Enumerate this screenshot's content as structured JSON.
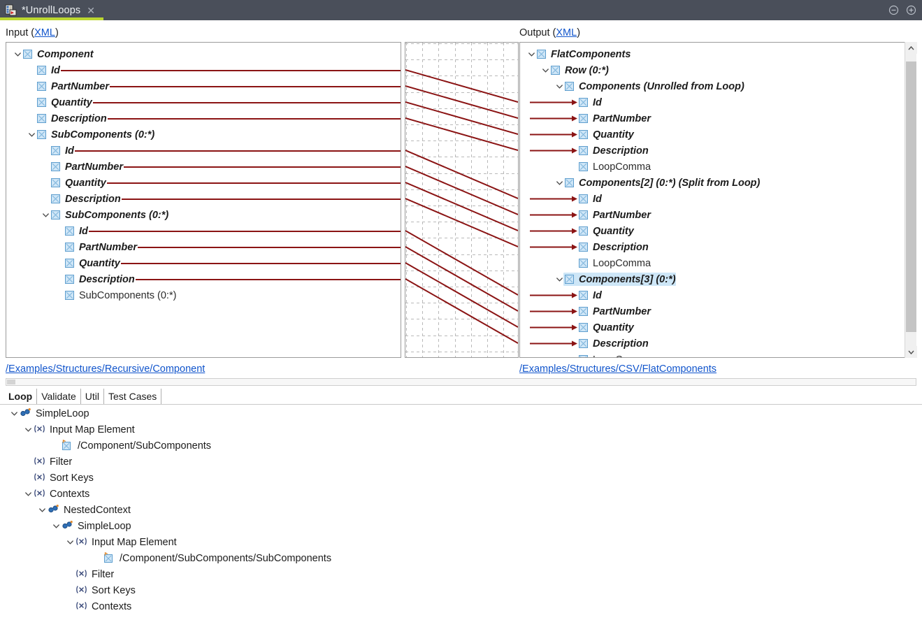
{
  "titlebar": {
    "tab_label": "*UnrollLoops",
    "tab_icon": "map-document-icon",
    "close_icon": "close-icon",
    "minimize_icon": "minus-circle-icon",
    "maximize_icon": "plus-circle-icon",
    "bg_color": "#4a4f5a",
    "accent_color": "#bcd730"
  },
  "input_panel": {
    "label_prefix": "Input (",
    "label_link": "XML",
    "label_suffix": ")",
    "path_link": "/Examples/Structures/Recursive/Component",
    "rows": [
      {
        "label": "Component",
        "depth": 0,
        "twisty": "open",
        "mapped": true,
        "line": false
      },
      {
        "label": "Id",
        "depth": 1,
        "twisty": "none",
        "mapped": true,
        "line": true
      },
      {
        "label": "PartNumber",
        "depth": 1,
        "twisty": "none",
        "mapped": true,
        "line": true
      },
      {
        "label": "Quantity",
        "depth": 1,
        "twisty": "none",
        "mapped": true,
        "line": true
      },
      {
        "label": "Description",
        "depth": 1,
        "twisty": "none",
        "mapped": true,
        "line": true
      },
      {
        "label": "SubComponents (0:*)",
        "depth": 1,
        "twisty": "open",
        "mapped": true,
        "line": false
      },
      {
        "label": "Id",
        "depth": 2,
        "twisty": "none",
        "mapped": true,
        "line": true
      },
      {
        "label": "PartNumber",
        "depth": 2,
        "twisty": "none",
        "mapped": true,
        "line": true
      },
      {
        "label": "Quantity",
        "depth": 2,
        "twisty": "none",
        "mapped": true,
        "line": true
      },
      {
        "label": "Description",
        "depth": 2,
        "twisty": "none",
        "mapped": true,
        "line": true
      },
      {
        "label": "SubComponents (0:*)",
        "depth": 2,
        "twisty": "open",
        "mapped": true,
        "line": false
      },
      {
        "label": "Id",
        "depth": 3,
        "twisty": "none",
        "mapped": true,
        "line": true
      },
      {
        "label": "PartNumber",
        "depth": 3,
        "twisty": "none",
        "mapped": true,
        "line": true
      },
      {
        "label": "Quantity",
        "depth": 3,
        "twisty": "none",
        "mapped": true,
        "line": true
      },
      {
        "label": "Description",
        "depth": 3,
        "twisty": "none",
        "mapped": true,
        "line": true
      },
      {
        "label": "SubComponents (0:*)",
        "depth": 3,
        "twisty": "none",
        "mapped": false,
        "line": false
      }
    ]
  },
  "output_panel": {
    "label_prefix": "Output (",
    "label_link": "XML",
    "label_suffix": ")",
    "path_link": "/Examples/Structures/CSV/FlatComponents",
    "rows": [
      {
        "label": "FlatComponents",
        "depth": 0,
        "twisty": "open",
        "mapped": true,
        "arrow": false,
        "selected": false
      },
      {
        "label": "Row (0:*)",
        "depth": 1,
        "twisty": "open",
        "mapped": true,
        "arrow": false,
        "selected": false
      },
      {
        "label": "Components (Unrolled from Loop)",
        "depth": 2,
        "twisty": "open",
        "mapped": true,
        "arrow": false,
        "selected": false
      },
      {
        "label": "Id",
        "depth": 3,
        "twisty": "none",
        "mapped": true,
        "arrow": true,
        "selected": false
      },
      {
        "label": "PartNumber",
        "depth": 3,
        "twisty": "none",
        "mapped": true,
        "arrow": true,
        "selected": false
      },
      {
        "label": "Quantity",
        "depth": 3,
        "twisty": "none",
        "mapped": true,
        "arrow": true,
        "selected": false
      },
      {
        "label": "Description",
        "depth": 3,
        "twisty": "none",
        "mapped": true,
        "arrow": true,
        "selected": false
      },
      {
        "label": "LoopComma",
        "depth": 3,
        "twisty": "none",
        "mapped": false,
        "arrow": false,
        "selected": false
      },
      {
        "label": "Components[2] (0:*) (Split from Loop)",
        "depth": 2,
        "twisty": "open",
        "mapped": true,
        "arrow": false,
        "selected": false
      },
      {
        "label": "Id",
        "depth": 3,
        "twisty": "none",
        "mapped": true,
        "arrow": true,
        "selected": false
      },
      {
        "label": "PartNumber",
        "depth": 3,
        "twisty": "none",
        "mapped": true,
        "arrow": true,
        "selected": false
      },
      {
        "label": "Quantity",
        "depth": 3,
        "twisty": "none",
        "mapped": true,
        "arrow": true,
        "selected": false
      },
      {
        "label": "Description",
        "depth": 3,
        "twisty": "none",
        "mapped": true,
        "arrow": true,
        "selected": false
      },
      {
        "label": "LoopComma",
        "depth": 3,
        "twisty": "none",
        "mapped": false,
        "arrow": false,
        "selected": false
      },
      {
        "label": "Components[3] (0:*)",
        "depth": 2,
        "twisty": "open",
        "mapped": true,
        "arrow": false,
        "selected": true
      },
      {
        "label": "Id",
        "depth": 3,
        "twisty": "none",
        "mapped": true,
        "arrow": true,
        "selected": false
      },
      {
        "label": "PartNumber",
        "depth": 3,
        "twisty": "none",
        "mapped": true,
        "arrow": true,
        "selected": false
      },
      {
        "label": "Quantity",
        "depth": 3,
        "twisty": "none",
        "mapped": true,
        "arrow": true,
        "selected": false
      },
      {
        "label": "Description",
        "depth": 3,
        "twisty": "none",
        "mapped": true,
        "arrow": true,
        "selected": false
      },
      {
        "label": "LoopComma",
        "depth": 3,
        "twisty": "none",
        "mapped": false,
        "arrow": false,
        "selected": false
      }
    ],
    "scroll": {
      "up_icon": "chevron-up-icon",
      "down_icon": "chevron-down-icon"
    }
  },
  "connector_panel": {
    "line_color": "#8b1414",
    "grid_color": "#b9b9b9"
  },
  "bottom_tabs": {
    "items": [
      {
        "label": "Loop",
        "active": true
      },
      {
        "label": "Validate",
        "active": false
      },
      {
        "label": "Util",
        "active": false
      },
      {
        "label": "Test Cases",
        "active": false
      }
    ]
  },
  "bottom_tree": {
    "rows": [
      {
        "label": "SimpleLoop",
        "depth": 0,
        "twisty": "open",
        "icon": "loop-icon"
      },
      {
        "label": "Input Map Element",
        "depth": 1,
        "twisty": "open",
        "icon": "variable-icon"
      },
      {
        "label": "/Component/SubComponents",
        "depth": 3,
        "twisty": "none",
        "icon": "element-ref-icon"
      },
      {
        "label": "Filter",
        "depth": 1,
        "twisty": "none",
        "icon": "variable-icon"
      },
      {
        "label": "Sort Keys",
        "depth": 1,
        "twisty": "none",
        "icon": "variable-icon"
      },
      {
        "label": "Contexts",
        "depth": 1,
        "twisty": "open",
        "icon": "variable-icon"
      },
      {
        "label": "NestedContext",
        "depth": 2,
        "twisty": "open",
        "icon": "loop-icon"
      },
      {
        "label": "SimpleLoop",
        "depth": 3,
        "twisty": "open",
        "icon": "loop-icon"
      },
      {
        "label": "Input Map Element",
        "depth": 4,
        "twisty": "open",
        "icon": "variable-icon"
      },
      {
        "label": "/Component/SubComponents/SubComponents",
        "depth": 6,
        "twisty": "none",
        "icon": "element-ref-icon"
      },
      {
        "label": "Filter",
        "depth": 4,
        "twisty": "none",
        "icon": "variable-icon"
      },
      {
        "label": "Sort Keys",
        "depth": 4,
        "twisty": "none",
        "icon": "variable-icon"
      },
      {
        "label": "Contexts",
        "depth": 4,
        "twisty": "none",
        "icon": "variable-icon"
      }
    ]
  }
}
